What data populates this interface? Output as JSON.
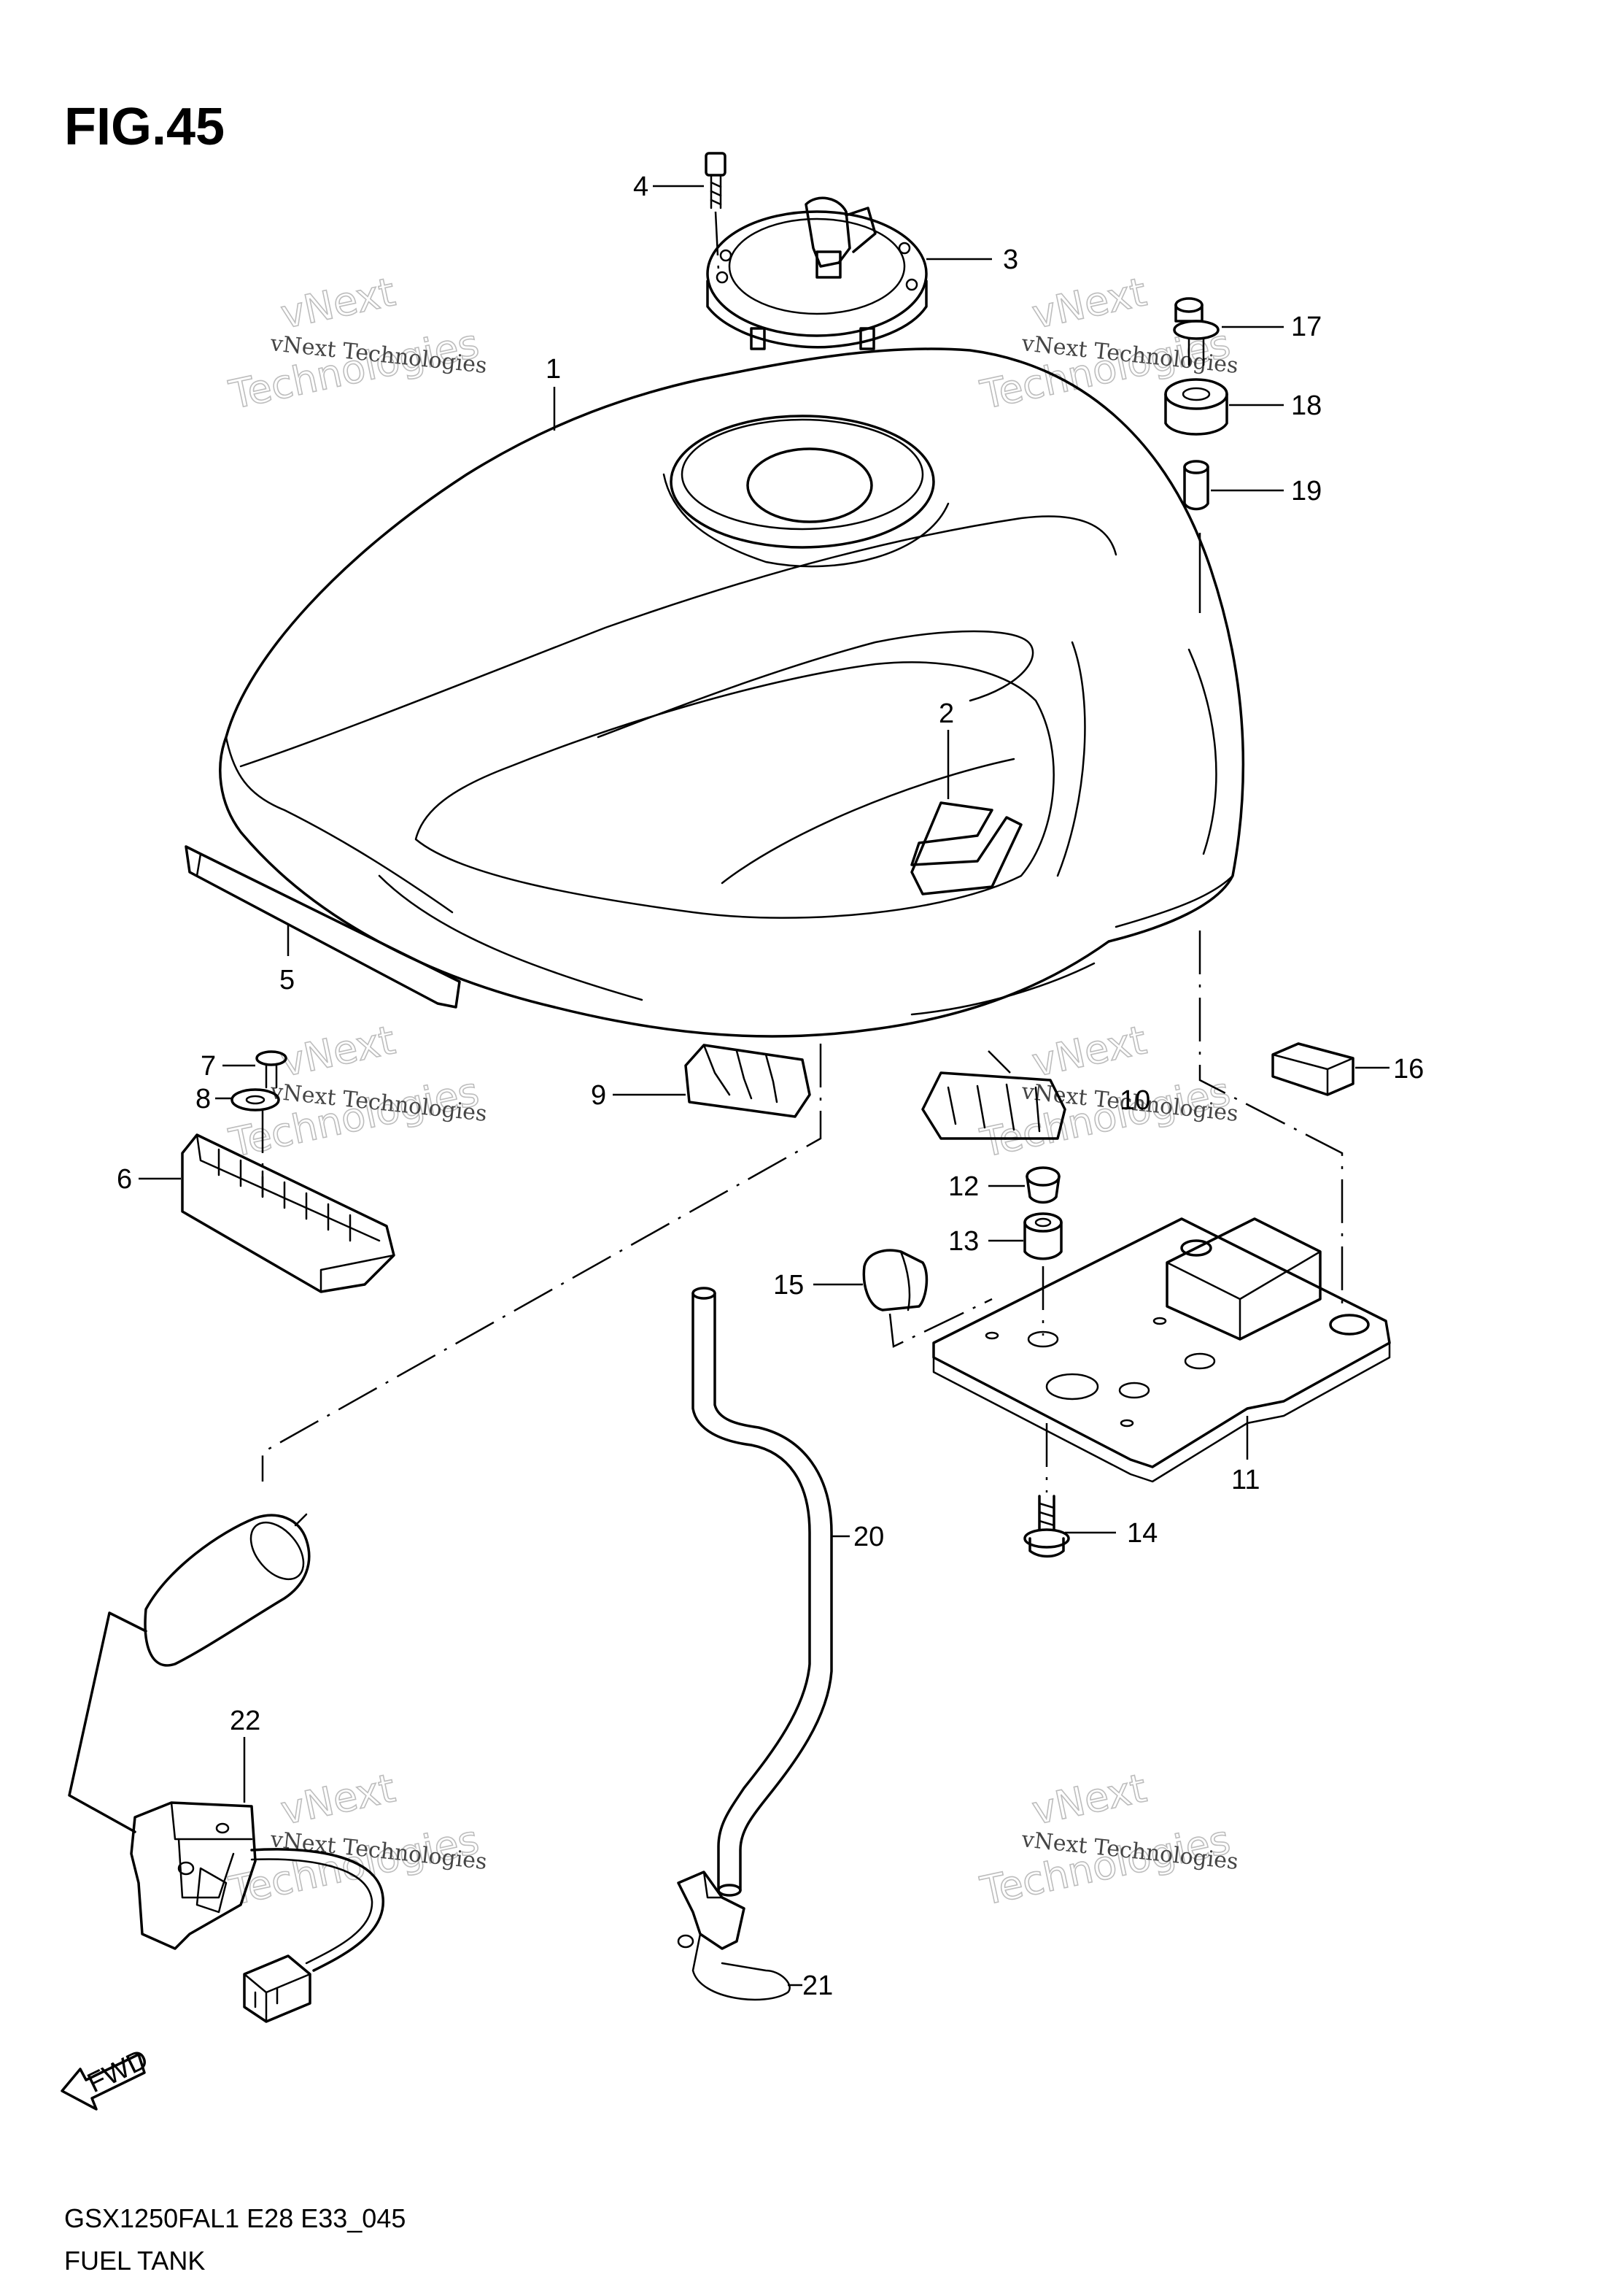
{
  "figure": {
    "title": "FIG.45",
    "model_code": "GSX1250FAL1 E28 E33_045",
    "name": "FUEL TANK"
  },
  "watermark": {
    "line1": "vNext Technologies",
    "line2": "vNext",
    "line3": "Technologies"
  },
  "direction_arrow": {
    "label": "FWD"
  },
  "callouts": {
    "c1": "1",
    "c2": "2",
    "c3": "3",
    "c4": "4",
    "c5": "5",
    "c6": "6",
    "c7": "7",
    "c8": "8",
    "c9": "9",
    "c10": "10",
    "c11": "11",
    "c12": "12",
    "c13": "13",
    "c14": "14",
    "c15": "15",
    "c16": "16",
    "c17": "17",
    "c18": "18",
    "c19": "19",
    "c20": "20",
    "c21": "21",
    "c22": "22"
  }
}
